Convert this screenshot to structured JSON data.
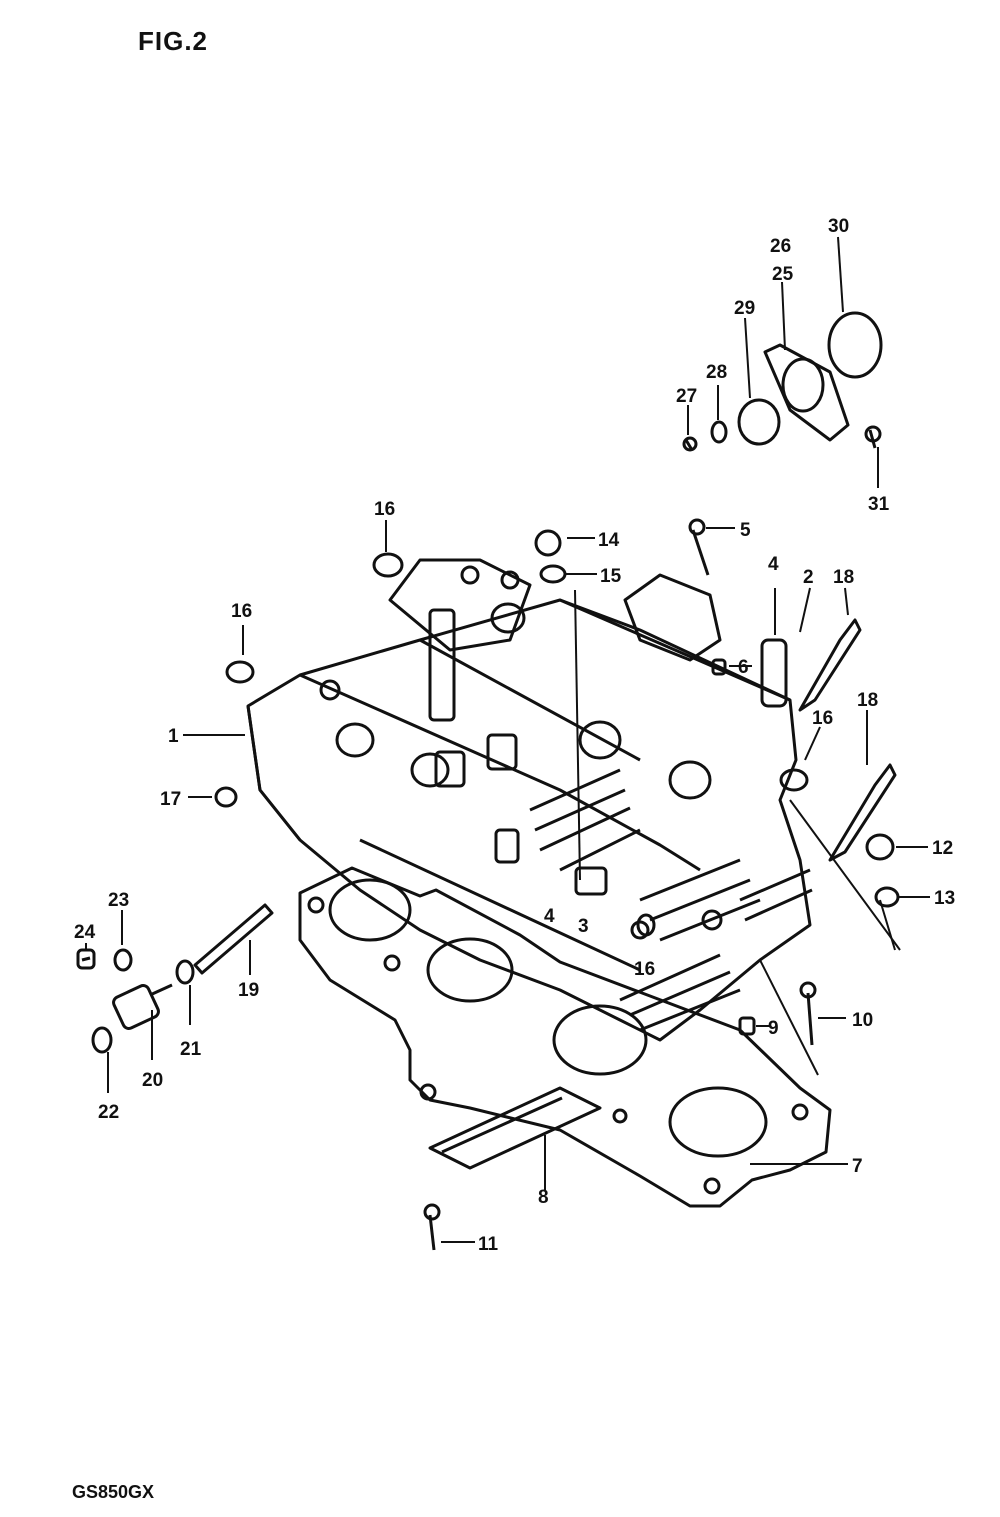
{
  "figure_title": "FIG.2",
  "model_code": "GS850GX",
  "callouts": [
    "1",
    "2",
    "4",
    "5",
    "6",
    "7",
    "8",
    "9",
    "10",
    "11",
    "12",
    "13",
    "14",
    "15",
    "16",
    "16",
    "16",
    "16",
    "17",
    "18",
    "18",
    "19",
    "20",
    "21",
    "22",
    "23",
    "24",
    "25",
    "26",
    "27",
    "28",
    "29",
    "30",
    "31",
    "3",
    "4",
    "16"
  ]
}
